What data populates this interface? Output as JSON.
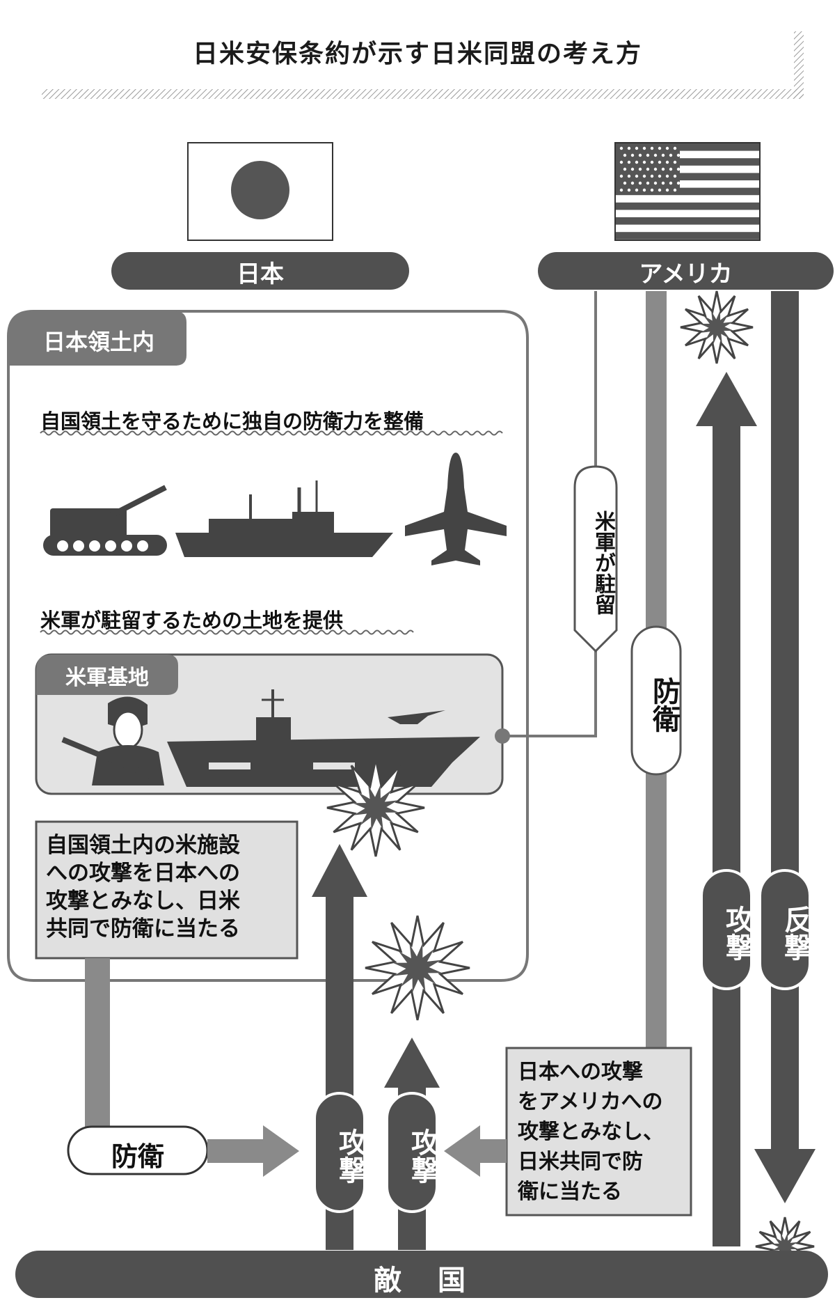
{
  "title": "日米安保条約が示す日米同盟の考え方",
  "japan": {
    "label": "日本",
    "territory_label": "日本領土内"
  },
  "usa": {
    "label": "アメリカ",
    "stationed_label": "米軍が駐留"
  },
  "territory": {
    "heading_defense": "自国領土を守るために独自の防衛力を整備",
    "heading_land": "米軍が駐留するための土地を提供",
    "base_label": "米軍基地",
    "note": [
      "自国領土内の米施設",
      "への攻撃を日本への",
      "攻撃とみなし、日米",
      "共同で防衛に当たる"
    ]
  },
  "us_note": [
    "日本への攻撃",
    "をアメリカへの",
    "攻撃とみなし、",
    "日米共同で防",
    "衛に当たる"
  ],
  "labels": {
    "defense": "防衛",
    "defense_vertical": "防衛",
    "attack": "攻撃",
    "counter": "反撃",
    "enemy": "敵　国"
  },
  "colors": {
    "dark": "#505050",
    "mid": "#8a8a8a",
    "light": "#e3e3e3",
    "flag_red": "#4e4e4e"
  },
  "icons": [
    "japan-flag-icon",
    "usa-flag-icon",
    "tank-icon",
    "destroyer-icon",
    "jet-icon",
    "soldier-icon",
    "aircraft-carrier-icon",
    "fighter-jet-icon",
    "explosion-icon"
  ]
}
